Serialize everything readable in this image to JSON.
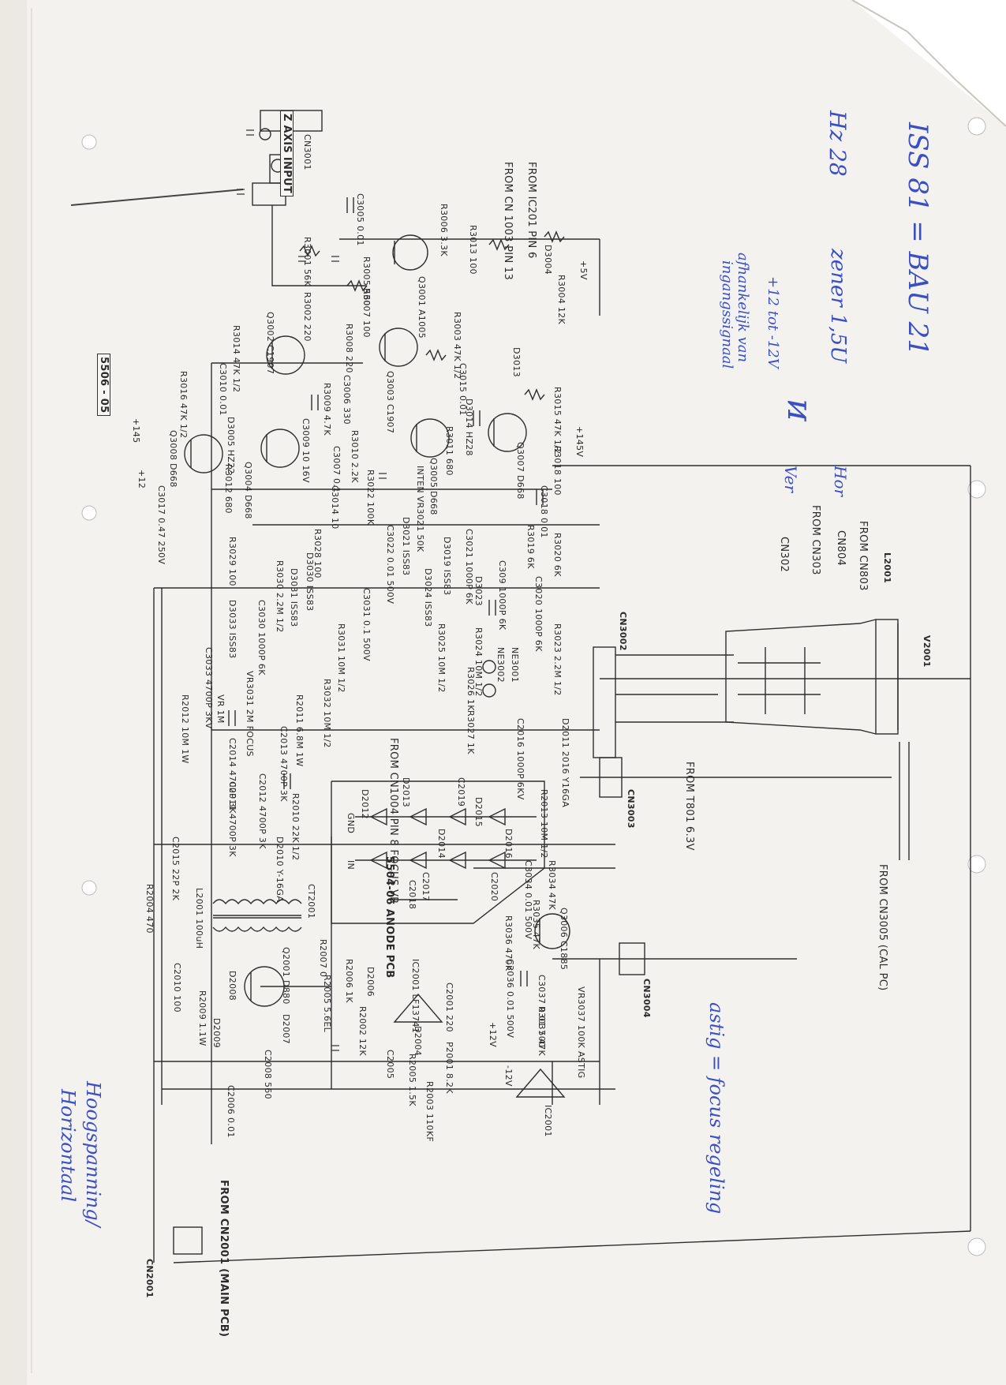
{
  "page": {
    "background": "#f4f2ee",
    "ink": "#2a2a2a",
    "handwriting_color": "#3b4fc4"
  },
  "handwritten": {
    "top_note": "ISS 81 = BAU 21",
    "hz": "Hz 28",
    "zener": "zener 1,5U",
    "depends": "afhankelijk van",
    "input_signal": "ingangssignaal",
    "range": "+12 tot -12V",
    "hor": "Hor",
    "ver": "Ver",
    "astig": "astig = focus regeling",
    "left_1": "Hoogspanning/",
    "left_2": "Horizontaal"
  },
  "schematic": {
    "board_code": "5506 - 05",
    "z_axis": [
      "Z AXIS",
      "INPUT"
    ],
    "from_ic": [
      "FROM",
      "IC201",
      "PIN 6",
      "FROM",
      "CN 1003",
      "PIN 13"
    ],
    "from_cn803": "FROM CN803",
    "cn804": "CN804",
    "from_cn303": "FROM CN303",
    "cn302": "CN302",
    "from_cn3005": [
      "FROM",
      "CN3005",
      "(CAL PC)"
    ],
    "from_cn2001": [
      "FROM",
      "CN2001",
      "(MAIN PCB)"
    ],
    "from_t801": [
      "FROM",
      "T801",
      "6.3V"
    ],
    "from_vr": [
      "FROM",
      "CN1004",
      "PIN 8",
      "FOCUS",
      "VR"
    ],
    "anode_pcb": [
      "5504-06",
      "ANODE",
      "PCB"
    ],
    "labels": [
      "CN3001",
      "R3001 56K",
      "R3002 220",
      "Q3002 C1907",
      "R3014 47K 1/2",
      "C3010 0.01",
      "R3016 47K 1/2",
      "Q3008 D668",
      "D3005 HZ22",
      "Q3004 D668",
      "R3012 680",
      "C3017 0.47 250V",
      "+145",
      "+12",
      "C3005 0.01",
      "R3006 3.3K",
      "R3005 560",
      "Q3001 A1005",
      "R3007 100",
      "R3008 220",
      "Q3003 C1907",
      "C3006 330",
      "R3009 4.7K",
      "C3009 10 16V",
      "R3010 2.2K",
      "C3007 0.1",
      "Q3005 D668",
      "R3003 47K 1/2",
      "C3015 0.01",
      "D3013",
      "D3014 HZ28",
      "R3011 680",
      "R3015 47K 1/2",
      "Q3007 D668",
      "R3018 100",
      "C3018 0.01",
      "+145V",
      "D3004",
      "R3004 12K",
      "+5V",
      "R3013 100",
      "INTEN VR3021 50K",
      "R3022 100K",
      "C3014 10",
      "D3021 ISS83",
      "C3022 0.01 500V",
      "R3028 100",
      "R3029 100",
      "R3019 6K",
      "C3021 1000P 6K",
      "D3019 ISS83",
      "R3020 6K",
      "C3020 1000P 6K",
      "C309 1000P 6K",
      "D3023",
      "D3024 ISS83",
      "R3023 2.2M 1/2",
      "R3024 10M 1/2",
      "R3025 10M 1/2",
      "NE3001",
      "NE3002",
      "R3026 1K",
      "R3027 1K",
      "D3030 ISS83",
      "D3031 ISS83",
      "R3030 2.2M 1/2",
      "C3030 1000P 6K",
      "D3033 ISS83",
      "C3031 0.1 500V",
      "R3031 10M 1/2",
      "R3032 10M 1/2",
      "VR3031 2M FOCUS",
      "C3033 4700P 3KV",
      "R2012 10M 1W",
      "R2013 10M 1/2",
      "VR 1M",
      "R2011 6.8M 1W",
      "C2013 4700P 3K",
      "C2014 4700P 3K",
      "C2012 4700P 3K",
      "C2011 4700P 3K",
      "R2010 22K 1/2",
      "D2010 Y-16GA",
      "C2015 22P 2K",
      "D2011 2016 Y16GA",
      "C2016 1000P 6KV",
      "D2012",
      "D2013",
      "D2014",
      "D2015",
      "D2016",
      "C2017",
      "C2018",
      "C2019",
      "C2020",
      "GND",
      "IN",
      "CT2001",
      "L2001 100uH",
      "R2004 470",
      "Q2001 D880",
      "D2008",
      "D2009",
      "C2010 100",
      "R2009 1.1W",
      "D2007",
      "C2008 560",
      "C2006 0.01",
      "R2007 0",
      "R2006 1K",
      "D2006",
      "R2005 5.6EL",
      "R2002 12K",
      "IC2001 LF13741",
      "C2001 220",
      "P2001 8.2K",
      "R2005 1.5K",
      "C2005",
      "R2003 110KF",
      "IC2001",
      "D2004",
      "Q3006 C1885",
      "R3034 47K",
      "C3034 0.01 500V",
      "R3035 47K",
      "R3036 470K",
      "C3036 0.01 500V",
      "C3037 0.01 500",
      "R3037 47K",
      "VR3037 100K ASTIG",
      "CN3002",
      "CN3003",
      "CN3004",
      "CN2001",
      "V2001",
      "L2001",
      "+12V",
      "-12V"
    ]
  }
}
